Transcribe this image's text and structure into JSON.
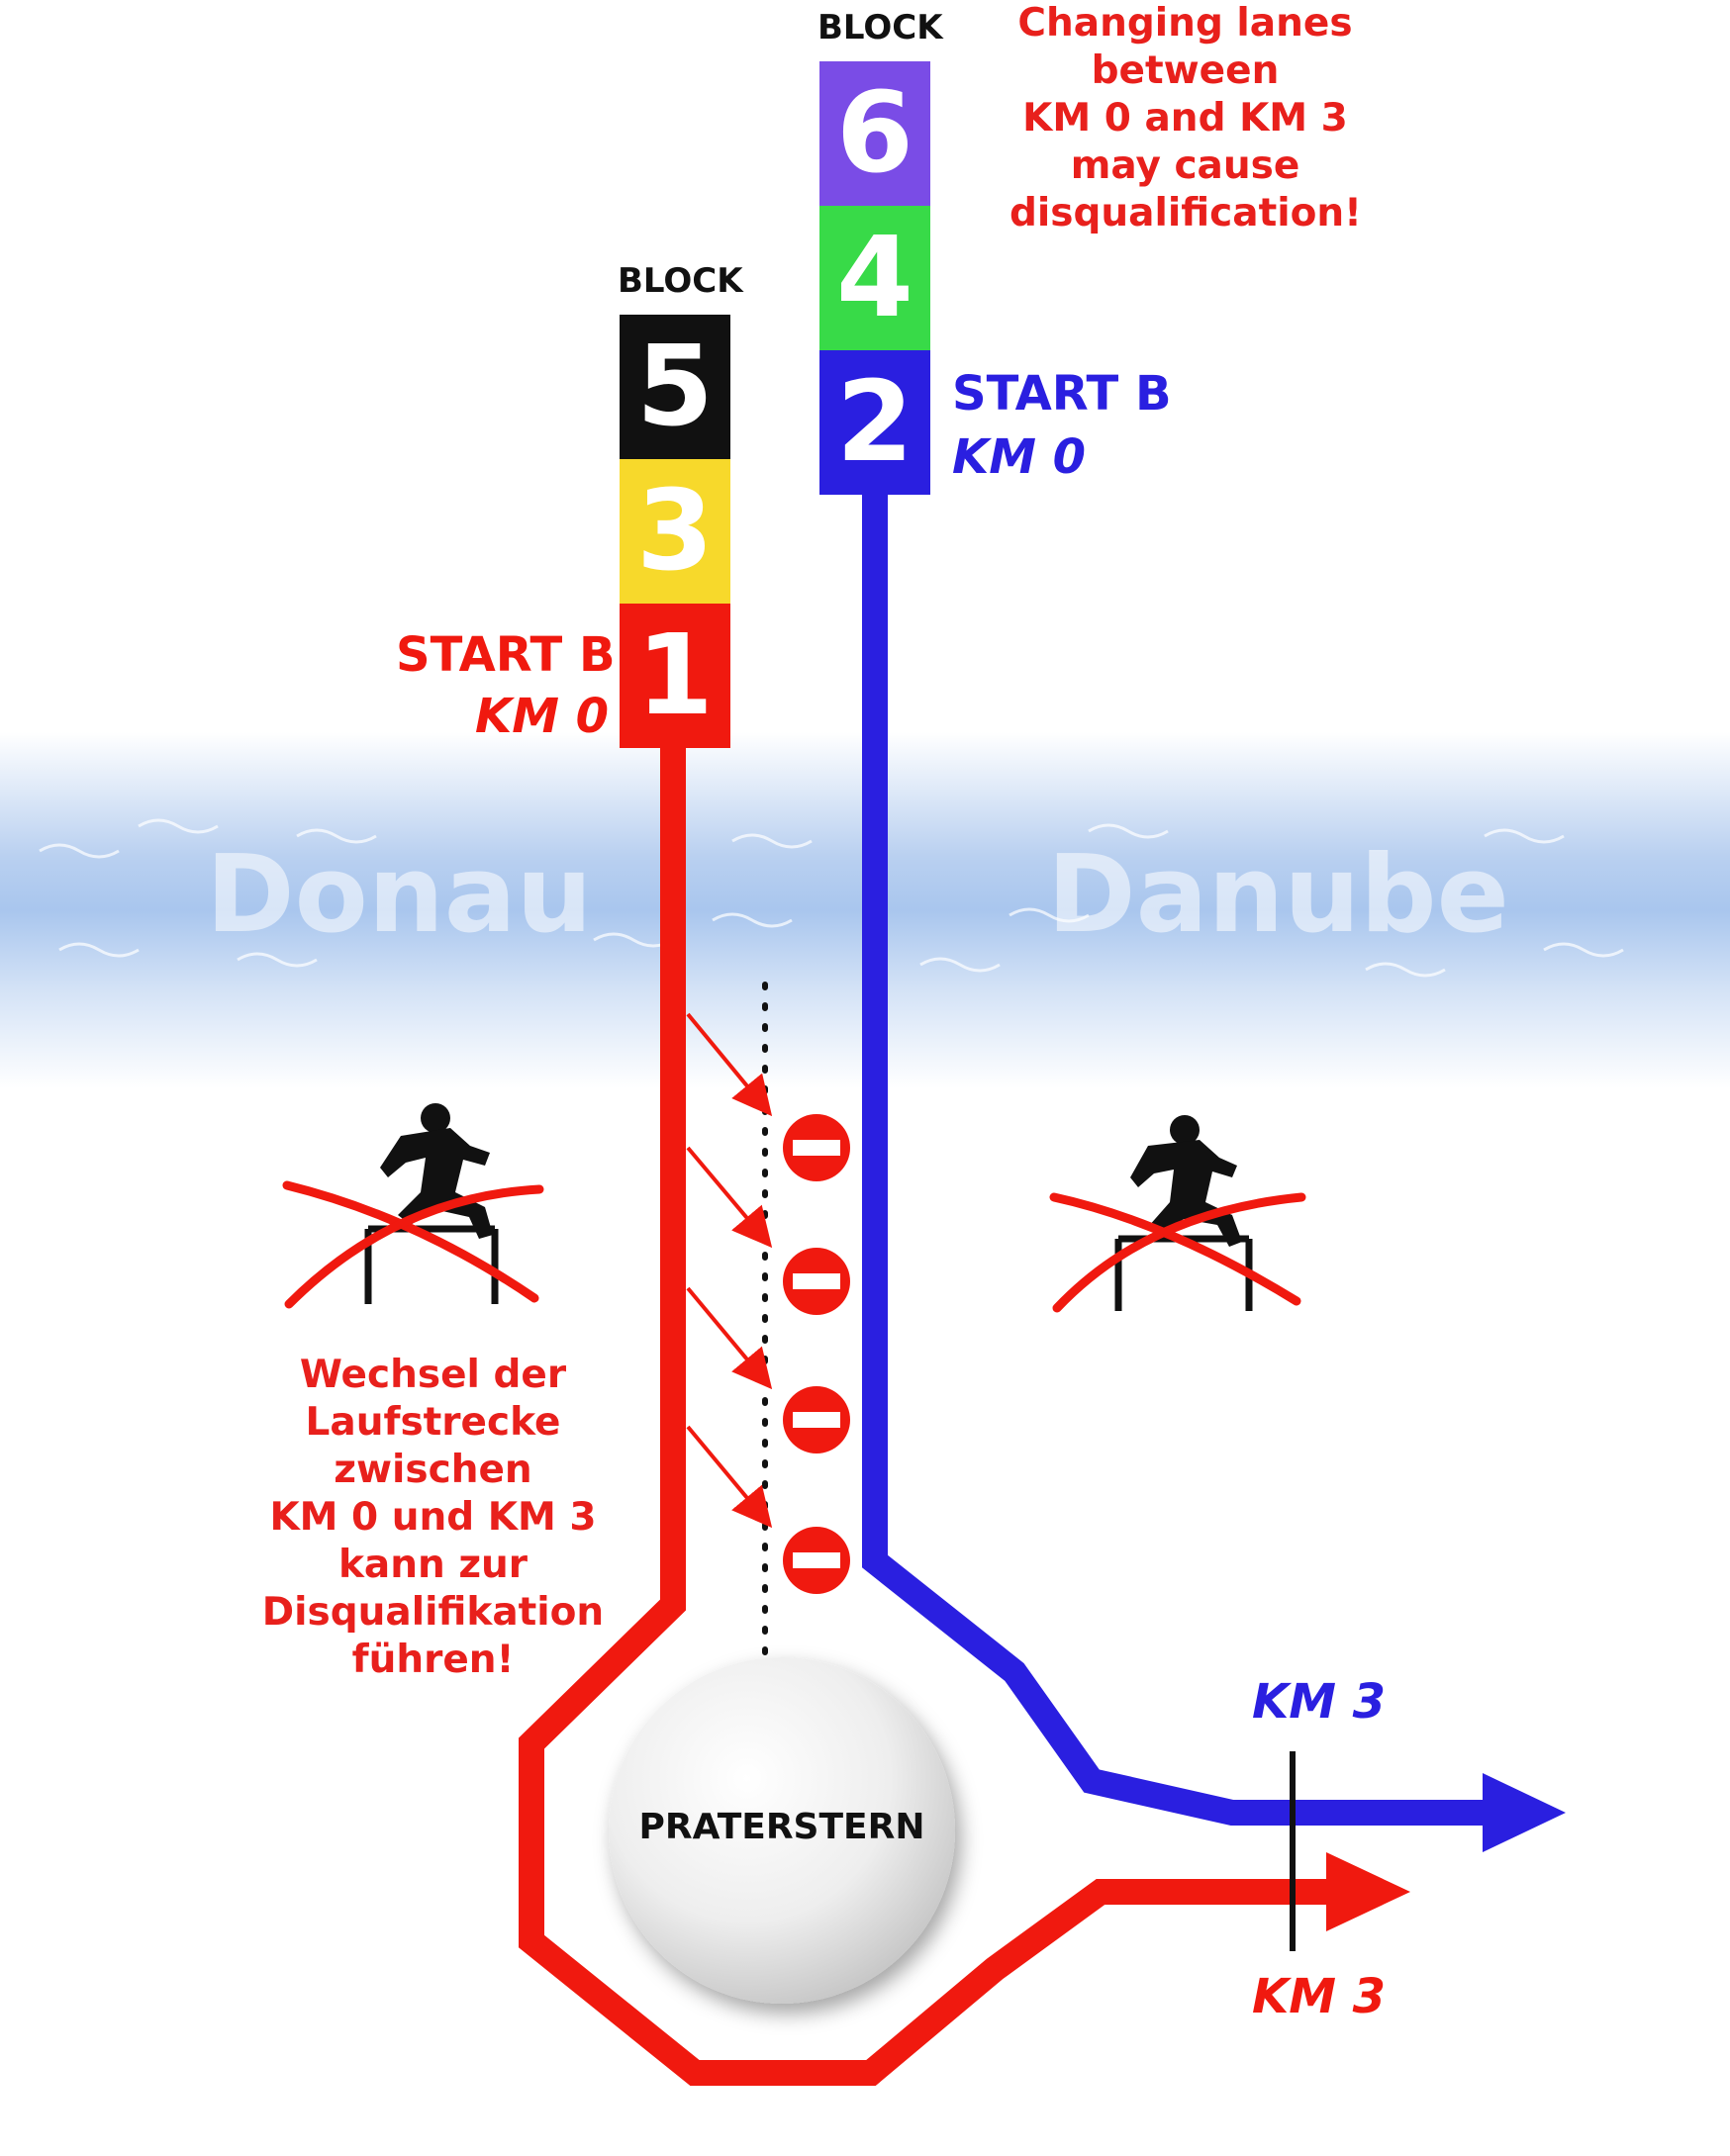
{
  "colors": {
    "red": "#f0190f",
    "blue": "#2a1fe0",
    "purple": "#7a4ce6",
    "green": "#38da48",
    "black": "#111111",
    "yellow": "#f7d92b",
    "water": "#a9c6ee"
  },
  "left_stack": {
    "label": "BLOCK",
    "blocks": [
      {
        "number": "5",
        "color": "#111111"
      },
      {
        "number": "3",
        "color": "#f7d92b"
      },
      {
        "number": "1",
        "color": "#f0190f"
      }
    ],
    "start_title": "START B",
    "start_km": "KM 0"
  },
  "right_stack": {
    "label": "BLOCK",
    "blocks": [
      {
        "number": "6",
        "color": "#7a4ce6"
      },
      {
        "number": "4",
        "color": "#38da48"
      },
      {
        "number": "2",
        "color": "#2a1fe0"
      }
    ],
    "start_title": "START B",
    "start_km": "KM 0"
  },
  "river": {
    "left_name": "Donau",
    "right_name": "Danube"
  },
  "warning_de": {
    "lines": [
      "Wechsel der",
      "Laufstrecke zwischen",
      "KM 0 und KM 3",
      "kann zur",
      "Disqualifikation",
      "führen!"
    ],
    "icon": "no-hurdle-jumping-icon"
  },
  "warning_en": {
    "lines": [
      "Changing lanes",
      "between",
      "KM 0 and KM 3",
      "may cause",
      "disqualification!"
    ],
    "icon": "no-hurdle-jumping-icon"
  },
  "no_entry_icons": [
    "no-entry-icon",
    "no-entry-icon",
    "no-entry-icon",
    "no-entry-icon"
  ],
  "roundabout": {
    "label": "PRATERSTERN"
  },
  "km3_blue": "KM 3",
  "km3_red": "KM 3"
}
